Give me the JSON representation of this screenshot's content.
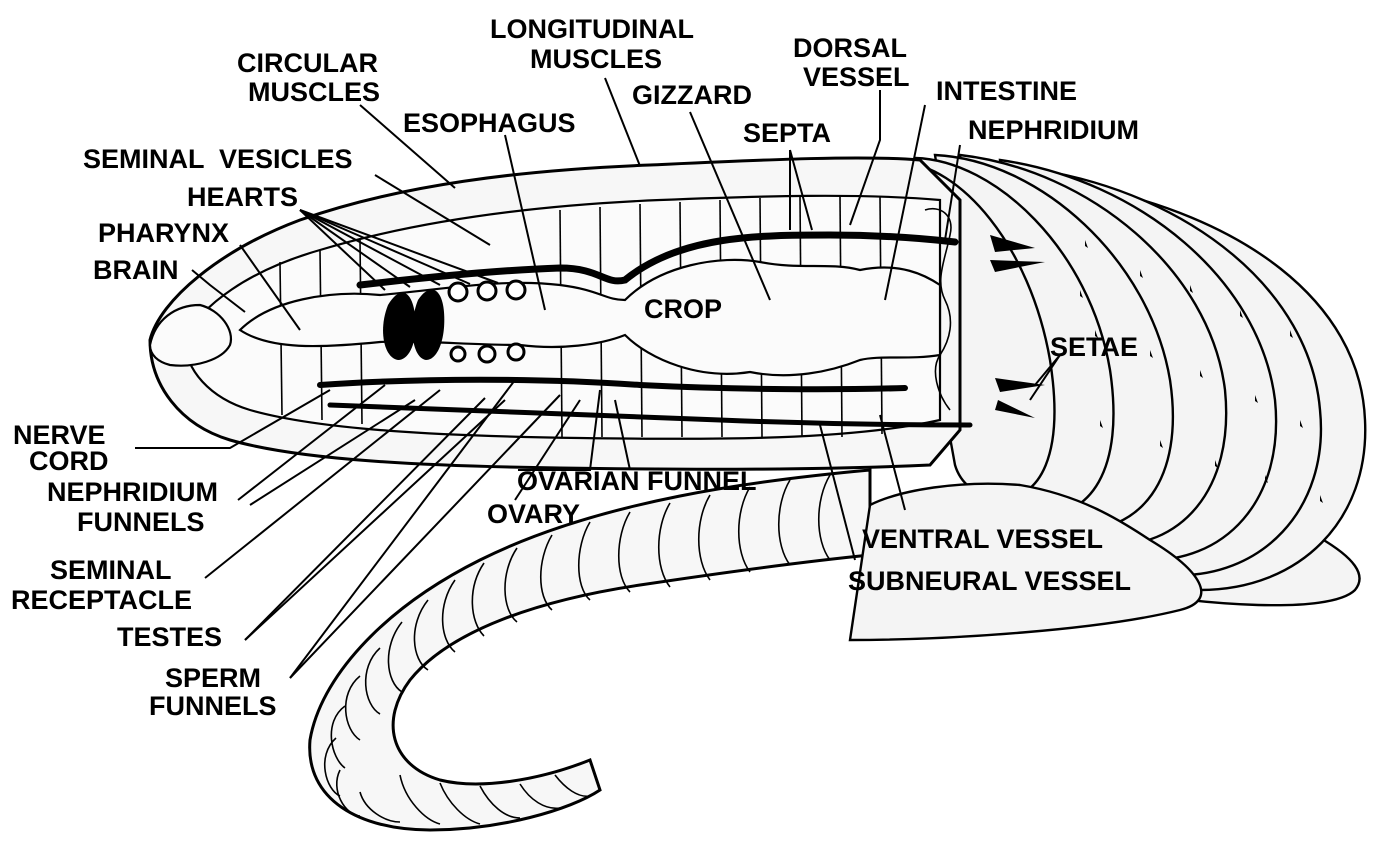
{
  "labels": {
    "longitudinal_muscles": [
      "LONGITUDINAL",
      "MUSCLES"
    ],
    "circular_muscles": [
      "CIRCULAR",
      "MUSCLES"
    ],
    "dorsal_vessel": [
      "DORSAL",
      "VESSEL"
    ],
    "gizzard": "GIZZARD",
    "intestine": "INTESTINE",
    "esophagus": "ESOPHAGUS",
    "septa": "SEPTA",
    "nephridium": "NEPHRIDIUM",
    "seminal_vesicles": "SEMINAL  VESICLES",
    "hearts": "HEARTS",
    "pharynx": "PHARYNX",
    "brain": "BRAIN",
    "crop": "CROP",
    "setae": "SETAE",
    "nerve_cord": [
      "NERVE",
      "CORD"
    ],
    "nephridium_funnels": [
      "NEPHRIDIUM",
      "FUNNELS"
    ],
    "ovarian_funnel": "OVARIAN FUNNEL",
    "ovary": "OVARY",
    "ventral_vessel": "VENTRAL VESSEL",
    "subneural_vessel": "SUBNEURAL VESSEL",
    "seminal_receptacle": [
      "SEMINAL",
      "RECEPTACLE"
    ],
    "testes": "TESTES",
    "sperm_funnels": [
      "SPERM",
      "FUNNELS"
    ]
  }
}
